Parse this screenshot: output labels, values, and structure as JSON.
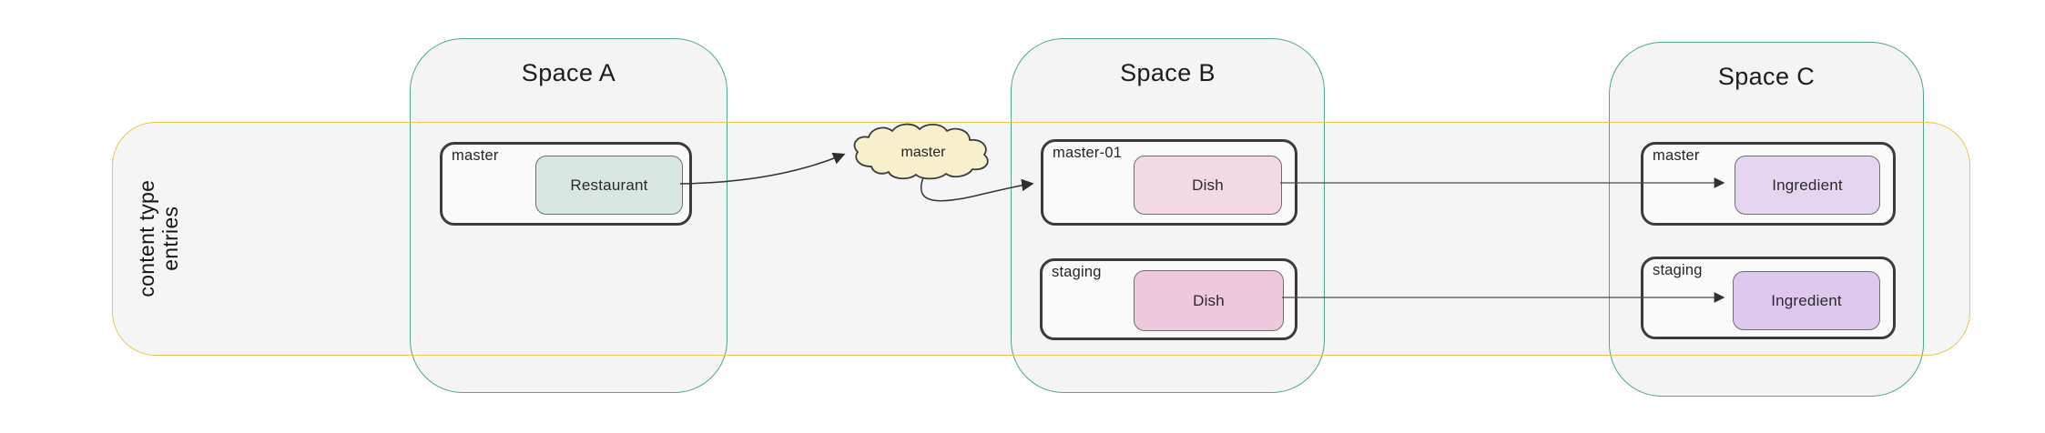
{
  "diagram": {
    "band": {
      "label_line1": "content type",
      "label_line2": "entries"
    },
    "cloud": {
      "label": "master",
      "fill": "#f8efcd"
    },
    "spaces": [
      {
        "title": "Space A",
        "environments": [
          {
            "name": "master",
            "entries": [
              {
                "label": "Restaurant",
                "fill": "#d9e7e2"
              }
            ]
          }
        ]
      },
      {
        "title": "Space B",
        "environments": [
          {
            "name": "master-01",
            "entries": [
              {
                "label": "Dish",
                "fill": "#f2d9e5"
              }
            ]
          },
          {
            "name": "staging",
            "entries": [
              {
                "label": "Dish",
                "fill": "#eec9dd"
              }
            ]
          }
        ]
      },
      {
        "title": "Space C",
        "environments": [
          {
            "name": "master",
            "entries": [
              {
                "label": "Ingredient",
                "fill": "#e6d5f1"
              }
            ]
          },
          {
            "name": "staging",
            "entries": [
              {
                "label": "Ingredient",
                "fill": "#dfc8ee"
              }
            ]
          }
        ]
      }
    ],
    "connections": [
      {
        "from": "Space A / master / Restaurant",
        "to": "cloud: master"
      },
      {
        "from": "cloud: master",
        "to": "Space B / master-01"
      },
      {
        "from": "Space B / master-01 / Dish",
        "to": "Space C / master / Ingredient"
      },
      {
        "from": "Space B / staging / Dish",
        "to": "Space C / staging / Ingredient"
      }
    ],
    "colors": {
      "space_border": "#4ea592",
      "band_border": "#edc64f",
      "env_border": "#3b3b3b",
      "arrow": "#333333",
      "background": "#ffffff"
    }
  }
}
